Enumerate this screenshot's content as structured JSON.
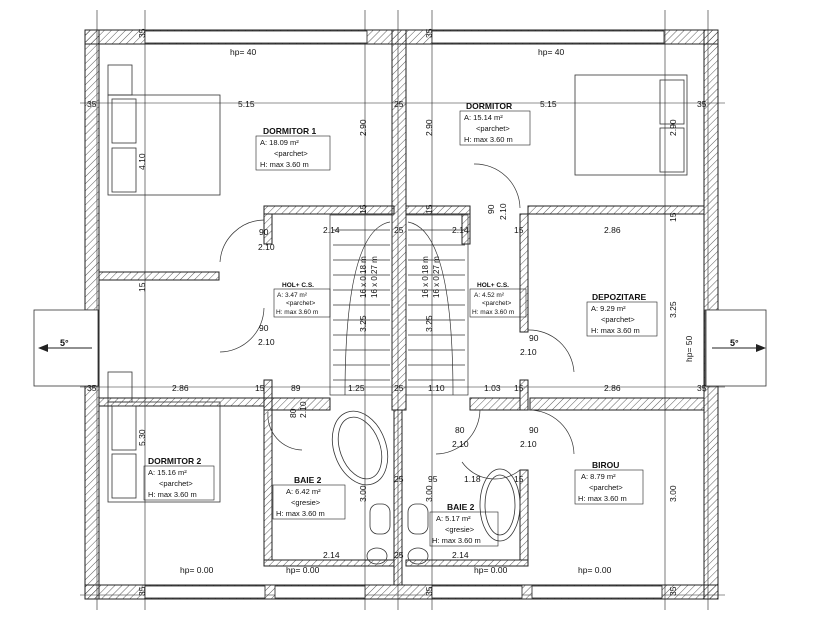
{
  "rooms": {
    "dormitor1": {
      "name": "DORMITOR 1",
      "area": "A: 18.09 m²",
      "floor": "<parchet>",
      "height": "H: max 3.60 m"
    },
    "dormitor_r": {
      "name": "DORMITOR",
      "area": "A: 15.14 m²",
      "floor": "<parchet>",
      "height": "H: max 3.60 m"
    },
    "hol_left": {
      "name": "HOL+ C.S.",
      "area": "A: 3.47 m²",
      "floor": "<parchet>",
      "height": "H: max 3.60 m"
    },
    "hol_right": {
      "name": "HOL+ C.S.",
      "area": "A: 4.52 m²",
      "floor": "<parchet>",
      "height": "H: max 3.60 m"
    },
    "depozitare": {
      "name": "DEPOZITARE",
      "area": "A: 9.29 m²",
      "floor": "<parchet>",
      "height": "H: max 3.60 m"
    },
    "dormitor2": {
      "name": "DORMITOR 2",
      "area": "A: 15.16 m²",
      "floor": "<parchet>",
      "height": "H: max 3.60 m"
    },
    "baie2_left": {
      "name": "BAIE 2",
      "area": "A: 6.42 m²",
      "floor": "<gresie>",
      "height": "H: max 3.60 m"
    },
    "baie2_right": {
      "name": "BAIE 2",
      "area": "A: 5.17 m²",
      "floor": "<gresie>",
      "height": "H: max 3.60 m"
    },
    "birou": {
      "name": "BIROU",
      "area": "A: 8.79 m²",
      "floor": "<parchet>",
      "height": "H: max 3.60 m"
    }
  },
  "stairs": {
    "left_run": "16 x 0.18 m",
    "left_tread": "16 x 0.27 m",
    "right_run": "16 x 0.18 m",
    "right_tread": "16 x 0.27 m"
  },
  "roof_arrows": {
    "left": "5°",
    "right": "5°"
  },
  "hp": {
    "top_left": "hp= 40",
    "top_right": "hp= 40",
    "right_side": "hp= 50",
    "bottom": [
      "hp= 0.00",
      "hp= 0.00",
      "hp= 0.00",
      "hp= 0.00"
    ]
  },
  "dims": {
    "h_35": "35",
    "h_515": "5.15",
    "h_25": "25",
    "h_214": "2.14",
    "h_15": "15",
    "h_286": "2.86",
    "h_89": "89",
    "h_125": "1.25",
    "h_110": "1.10",
    "h_103": "1.03",
    "h_95": "95",
    "h_118": "1.18",
    "h_90": "90",
    "h_80": "80",
    "h_210": "2.10",
    "v_410": "4.10",
    "v_290": "2.90",
    "v_325": "3.25",
    "v_530": "5.30",
    "v_300": "3.00"
  }
}
